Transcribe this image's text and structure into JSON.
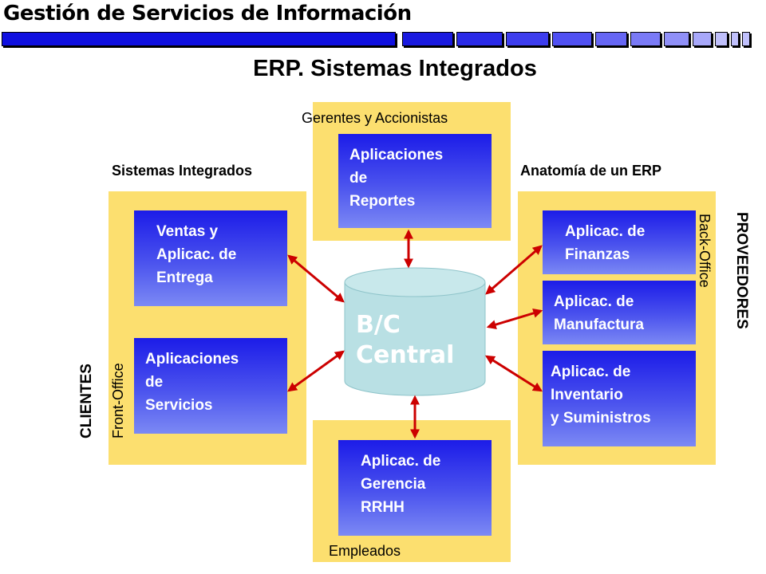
{
  "header": {
    "title": "Gestión de Servicios de Información",
    "bar_colors": [
      "#1010e0",
      "#1a1ae0",
      "#2a2ae8",
      "#3d3dee",
      "#5050f2",
      "#6666f4",
      "#7a7af6",
      "#9090f8",
      "#a8a8fa",
      "#c0c0fc"
    ]
  },
  "title": "ERP.  Sistemas Integrados",
  "labels": {
    "gerentes": "Gerentes y Accionistas",
    "sistemas": "Sistemas Integrados",
    "anatomia": "Anatomía de un ERP",
    "empleados": "Empleados",
    "front_office": "Front-Office",
    "back_office": "Back-Office",
    "clientes": "CLIENTES",
    "proveedores": "PROVEEDORES"
  },
  "boxes": {
    "reportes": "Aplicaciones\nde\nReportes",
    "ventas": "Ventas y\nAplicac. de\nEntrega",
    "servicios": "Aplicaciones\nde\nServicios",
    "finanzas": "Aplicac. de\nFinanzas",
    "manufactura": "Aplicac. de\nManufactura",
    "inventario": "Aplicac. de\nInventario\ny Suministros",
    "rrhh": "Aplicac. de\nGerencia\nRRHH"
  },
  "database": {
    "label": "B/C\nCentral"
  },
  "colors": {
    "panel": "#fcdf6f",
    "box_top": "#1c1ce8",
    "box_bottom": "#7c89f4",
    "database": "#b9e0e4",
    "arrow": "#cc0000"
  }
}
